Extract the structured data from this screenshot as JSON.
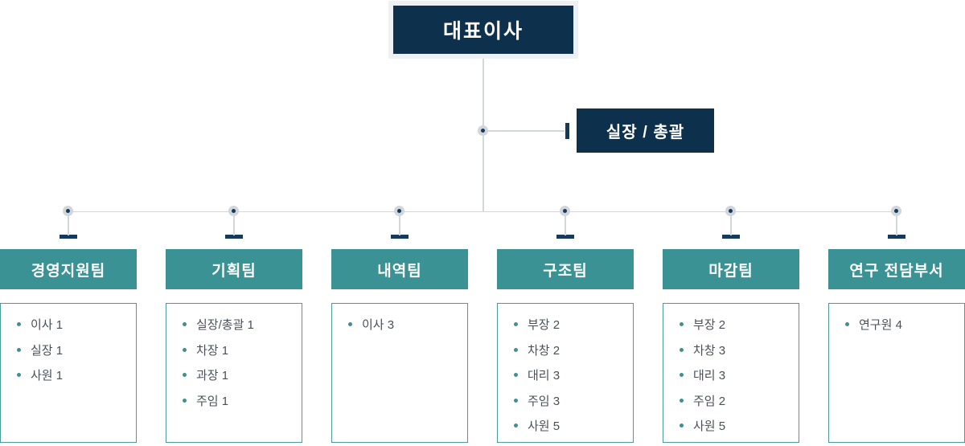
{
  "org": {
    "ceo": {
      "label": "대표이사"
    },
    "staff": {
      "label": "실장 / 총괄"
    },
    "teams": [
      {
        "name": "경영지원팀",
        "members": [
          "이사 1",
          "실장 1",
          "사원 1"
        ]
      },
      {
        "name": "기획팀",
        "members": [
          "실장/총괄 1",
          "차장 1",
          "과장 1",
          "주임 1"
        ]
      },
      {
        "name": "내역팀",
        "members": [
          "이사 3"
        ]
      },
      {
        "name": "구조팀",
        "members": [
          "부장 2",
          "차창 2",
          "대리 3",
          "주임 3",
          "사원 5"
        ]
      },
      {
        "name": "마감팀",
        "members": [
          "부장 2",
          "차창 3",
          "대리 3",
          "주임 2",
          "사원 5"
        ]
      },
      {
        "name": "연구 전담부서",
        "members": [
          "연구원 4"
        ]
      }
    ],
    "colors": {
      "navy_box": "#0d304c",
      "navy_connector": "#153a5c",
      "teal": "#3b9294",
      "line_gray": "#d3d6da",
      "node_disc": "#d2d5d9",
      "member_text": "#4b5058",
      "ceo_halo": "#eef0f3",
      "background": "#ffffff"
    }
  }
}
